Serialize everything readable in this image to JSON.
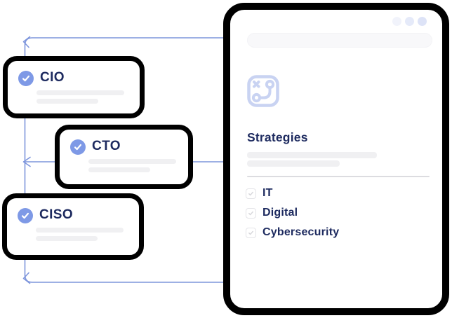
{
  "colors": {
    "accent_blue": "#7e99e6",
    "connector_blue": "#7d95dc",
    "navy_text": "#1d2a5f",
    "icon_periwinkle": "#c9d3f2",
    "outline_black": "#000000",
    "skeleton_gray": "#f0f0f2",
    "divider_gray": "#dcdce0",
    "window_dot_colors": [
      "#f1f3fb",
      "#e5eaf9",
      "#dde3f7"
    ]
  },
  "role_cards": [
    {
      "label": "CIO",
      "status_icon": "check-circle-icon",
      "checked": true
    },
    {
      "label": "CTO",
      "status_icon": "check-circle-icon",
      "checked": true
    },
    {
      "label": "CISO",
      "status_icon": "check-circle-icon",
      "checked": true
    }
  ],
  "panel": {
    "window_dots": 3,
    "icon": "strategy-route-icon",
    "title": "Strategies",
    "checklist": [
      {
        "label": "IT",
        "checked": true
      },
      {
        "label": "Digital",
        "checked": true
      },
      {
        "label": "Cybersecurity",
        "checked": true
      }
    ]
  }
}
